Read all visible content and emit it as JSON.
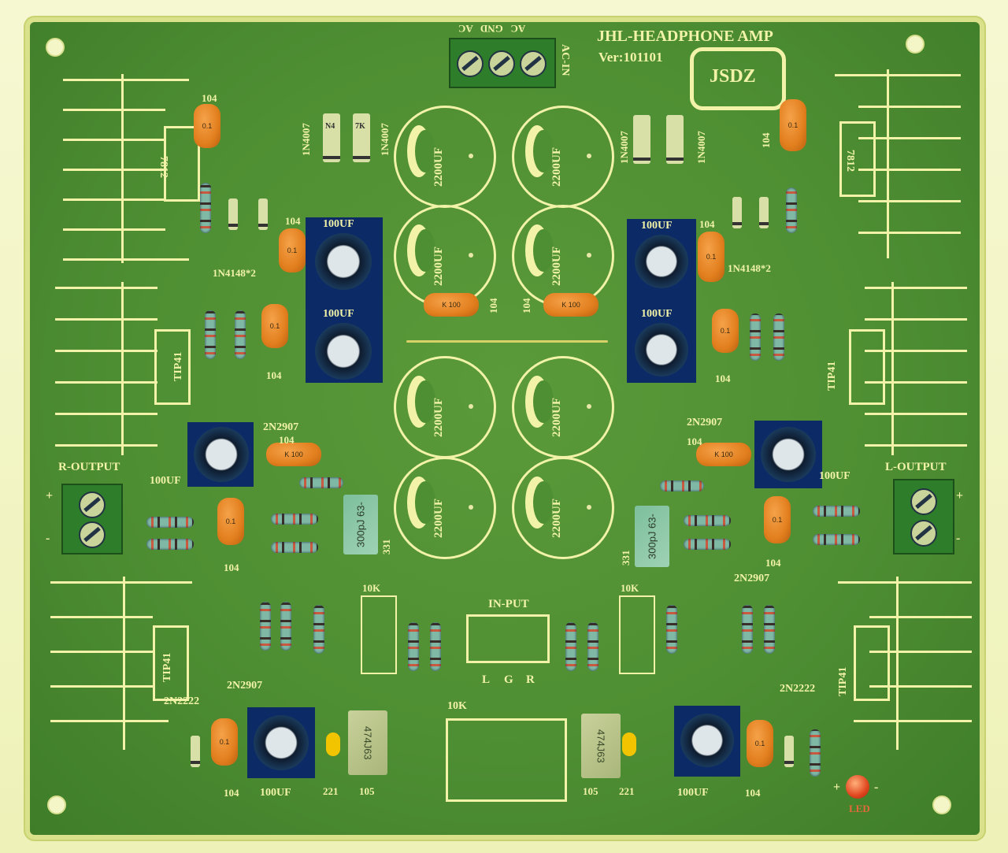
{
  "board": {
    "title": "JHL-HEADPHONE AMP",
    "version": "Ver:101101",
    "logo": "JSDZ",
    "ac_in": "AC-IN",
    "ac_pins": [
      "AC",
      "GND",
      "AC"
    ],
    "input_label": "IN-PUT",
    "input_pins": [
      "L",
      "G",
      "R"
    ],
    "r_output": "R-OUTPUT",
    "l_output": "L-OUTPUT",
    "led": "LED"
  },
  "labels": {
    "c104": "104",
    "c100uf": "100UF",
    "c2200uf": "2200UF",
    "k100": "K 100",
    "c01": "0.1",
    "reg7812": "7812",
    "tip41": "TIP41",
    "n2907": "2N2907",
    "n2222": "2N2222",
    "n4007": "1N4007",
    "n4148": "1N4148*2",
    "k10": "10K",
    "c300pj": "300pJ 63-",
    "c331": "331",
    "c474": "474J63",
    "c221": "221",
    "c105": "105",
    "plus": "+",
    "minus": "-",
    "diode_a": "N4",
    "diode_b": "7K"
  },
  "colors": {
    "pcb": "#4f8f33",
    "silkscreen": "#f2f3a8",
    "capacitor_sleeve": "#0b2a66",
    "ceramic": "#e27f1e"
  }
}
